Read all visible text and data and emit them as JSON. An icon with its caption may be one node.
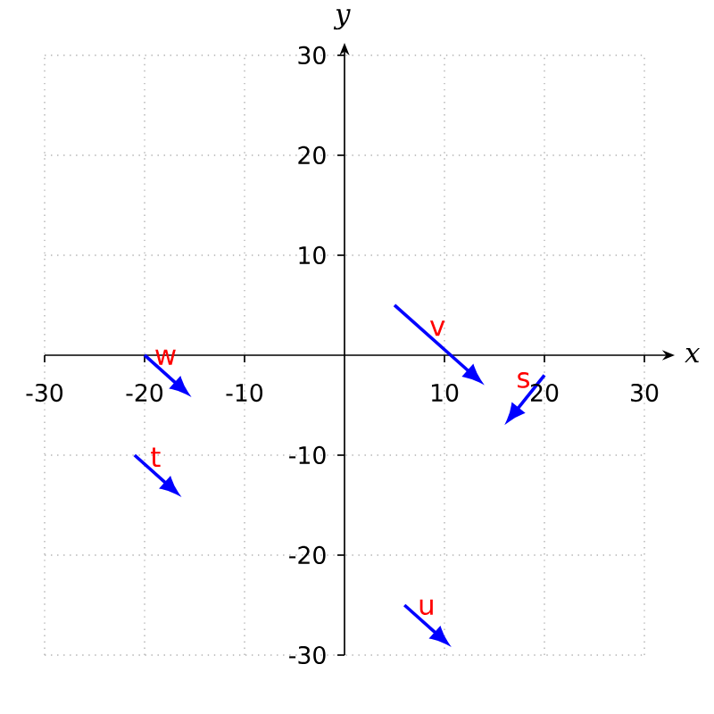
{
  "diagram": {
    "labels": [
      "y",
      "30",
      "20",
      "10",
      "v",
      "w",
      "x",
      "-30",
      "-20",
      "-10",
      "10",
      "20",
      "30",
      "s",
      "t",
      "-10",
      "-20",
      "u",
      "-30"
    ]
  }
}
